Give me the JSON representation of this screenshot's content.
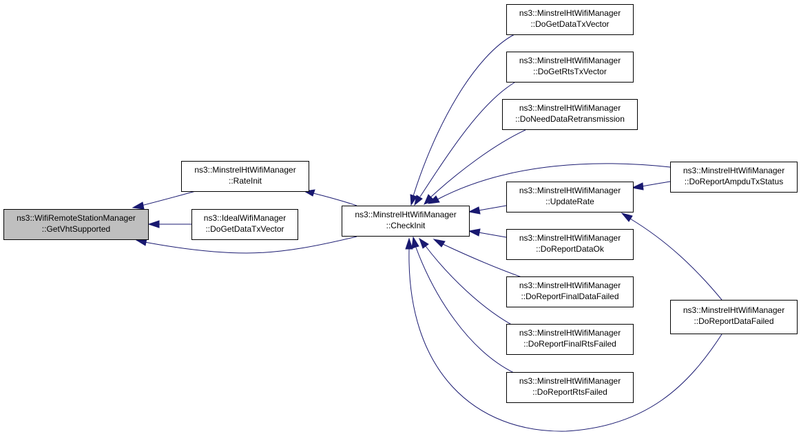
{
  "diagram": {
    "colors": {
      "edge": "#191970",
      "node_border": "#000000",
      "node_fill": "#ffffff",
      "root_fill": "#bfbfbf"
    },
    "nodes": {
      "get_vht_supported": {
        "line1": "ns3::WifiRemoteStationManager",
        "line2": "::GetVhtSupported"
      },
      "rate_init": {
        "line1": "ns3::MinstrelHtWifiManager",
        "line2": "::RateInit"
      },
      "ideal_do_get_data_tx_vector": {
        "line1": "ns3::IdealWifiManager",
        "line2": "::DoGetDataTxVector"
      },
      "check_init": {
        "line1": "ns3::MinstrelHtWifiManager",
        "line2": "::CheckInit"
      },
      "do_get_data_tx_vector": {
        "line1": "ns3::MinstrelHtWifiManager",
        "line2": "::DoGetDataTxVector"
      },
      "do_get_rts_tx_vector": {
        "line1": "ns3::MinstrelHtWifiManager",
        "line2": "::DoGetRtsTxVector"
      },
      "do_need_data_retransmission": {
        "line1": "ns3::MinstrelHtWifiManager",
        "line2": "::DoNeedDataRetransmission"
      },
      "update_rate": {
        "line1": "ns3::MinstrelHtWifiManager",
        "line2": "::UpdateRate"
      },
      "do_report_data_ok": {
        "line1": "ns3::MinstrelHtWifiManager",
        "line2": "::DoReportDataOk"
      },
      "do_report_final_data_failed": {
        "line1": "ns3::MinstrelHtWifiManager",
        "line2": "::DoReportFinalDataFailed"
      },
      "do_report_final_rts_failed": {
        "line1": "ns3::MinstrelHtWifiManager",
        "line2": "::DoReportFinalRtsFailed"
      },
      "do_report_rts_failed": {
        "line1": "ns3::MinstrelHtWifiManager",
        "line2": "::DoReportRtsFailed"
      },
      "do_report_ampdu_tx_status": {
        "line1": "ns3::MinstrelHtWifiManager",
        "line2": "::DoReportAmpduTxStatus"
      },
      "do_report_data_failed": {
        "line1": "ns3::MinstrelHtWifiManager",
        "line2": "::DoReportDataFailed"
      }
    },
    "edges": [
      {
        "from": "rate_init",
        "to": "get_vht_supported"
      },
      {
        "from": "ideal_do_get_data_tx_vector",
        "to": "get_vht_supported"
      },
      {
        "from": "check_init",
        "to": "get_vht_supported"
      },
      {
        "from": "check_init",
        "to": "rate_init"
      },
      {
        "from": "do_get_data_tx_vector",
        "to": "check_init"
      },
      {
        "from": "do_get_rts_tx_vector",
        "to": "check_init"
      },
      {
        "from": "do_need_data_retransmission",
        "to": "check_init"
      },
      {
        "from": "do_report_ampdu_tx_status",
        "to": "check_init"
      },
      {
        "from": "update_rate",
        "to": "check_init"
      },
      {
        "from": "do_report_data_ok",
        "to": "check_init"
      },
      {
        "from": "do_report_final_data_failed",
        "to": "check_init"
      },
      {
        "from": "do_report_final_rts_failed",
        "to": "check_init"
      },
      {
        "from": "do_report_rts_failed",
        "to": "check_init"
      },
      {
        "from": "do_report_data_failed",
        "to": "check_init"
      },
      {
        "from": "do_report_ampdu_tx_status",
        "to": "update_rate"
      },
      {
        "from": "do_report_data_failed",
        "to": "update_rate"
      }
    ]
  }
}
